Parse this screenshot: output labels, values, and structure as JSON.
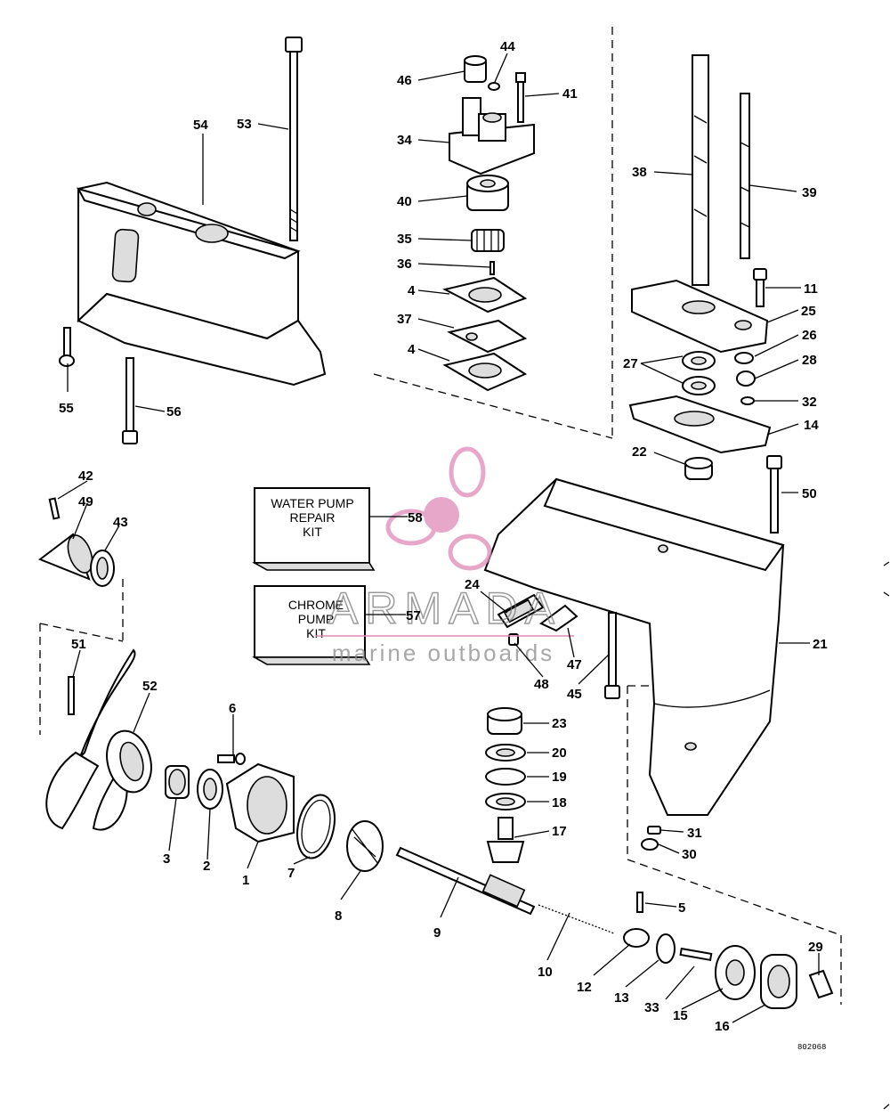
{
  "diagram": {
    "kits": {
      "water_pump": [
        "WATER PUMP",
        "REPAIR",
        "KIT"
      ],
      "chrome_pump": [
        "CHROME",
        "PUMP",
        "KIT"
      ]
    },
    "watermark": {
      "brand": "ARMADA",
      "tagline": "marine outboards"
    },
    "code": "802068",
    "labels": {
      "p1": "1",
      "p2": "2",
      "p3": "3",
      "p4a": "4",
      "p4b": "4",
      "p5": "5",
      "p6": "6",
      "p7": "7",
      "p8": "8",
      "p9": "9",
      "p10": "10",
      "p11": "11",
      "p12": "12",
      "p13": "13",
      "p14": "14",
      "p15": "15",
      "p16": "16",
      "p17": "17",
      "p18": "18",
      "p19": "19",
      "p20": "20",
      "p21": "21",
      "p22": "22",
      "p23": "23",
      "p24": "24",
      "p25": "25",
      "p26": "26",
      "p27": "27",
      "p28": "28",
      "p29": "29",
      "p30": "30",
      "p31": "31",
      "p32": "32",
      "p33": "33",
      "p34": "34",
      "p35": "35",
      "p36": "36",
      "p37": "37",
      "p38": "38",
      "p39": "39",
      "p40": "40",
      "p41": "41",
      "p42": "42",
      "p43": "43",
      "p44": "44",
      "p45": "45",
      "p46": "46",
      "p47": "47",
      "p48": "48",
      "p49": "49",
      "p50": "50",
      "p51": "51",
      "p52": "52",
      "p53": "53",
      "p54": "54",
      "p55": "55",
      "p56": "56",
      "p57": "57",
      "p58": "58"
    }
  }
}
